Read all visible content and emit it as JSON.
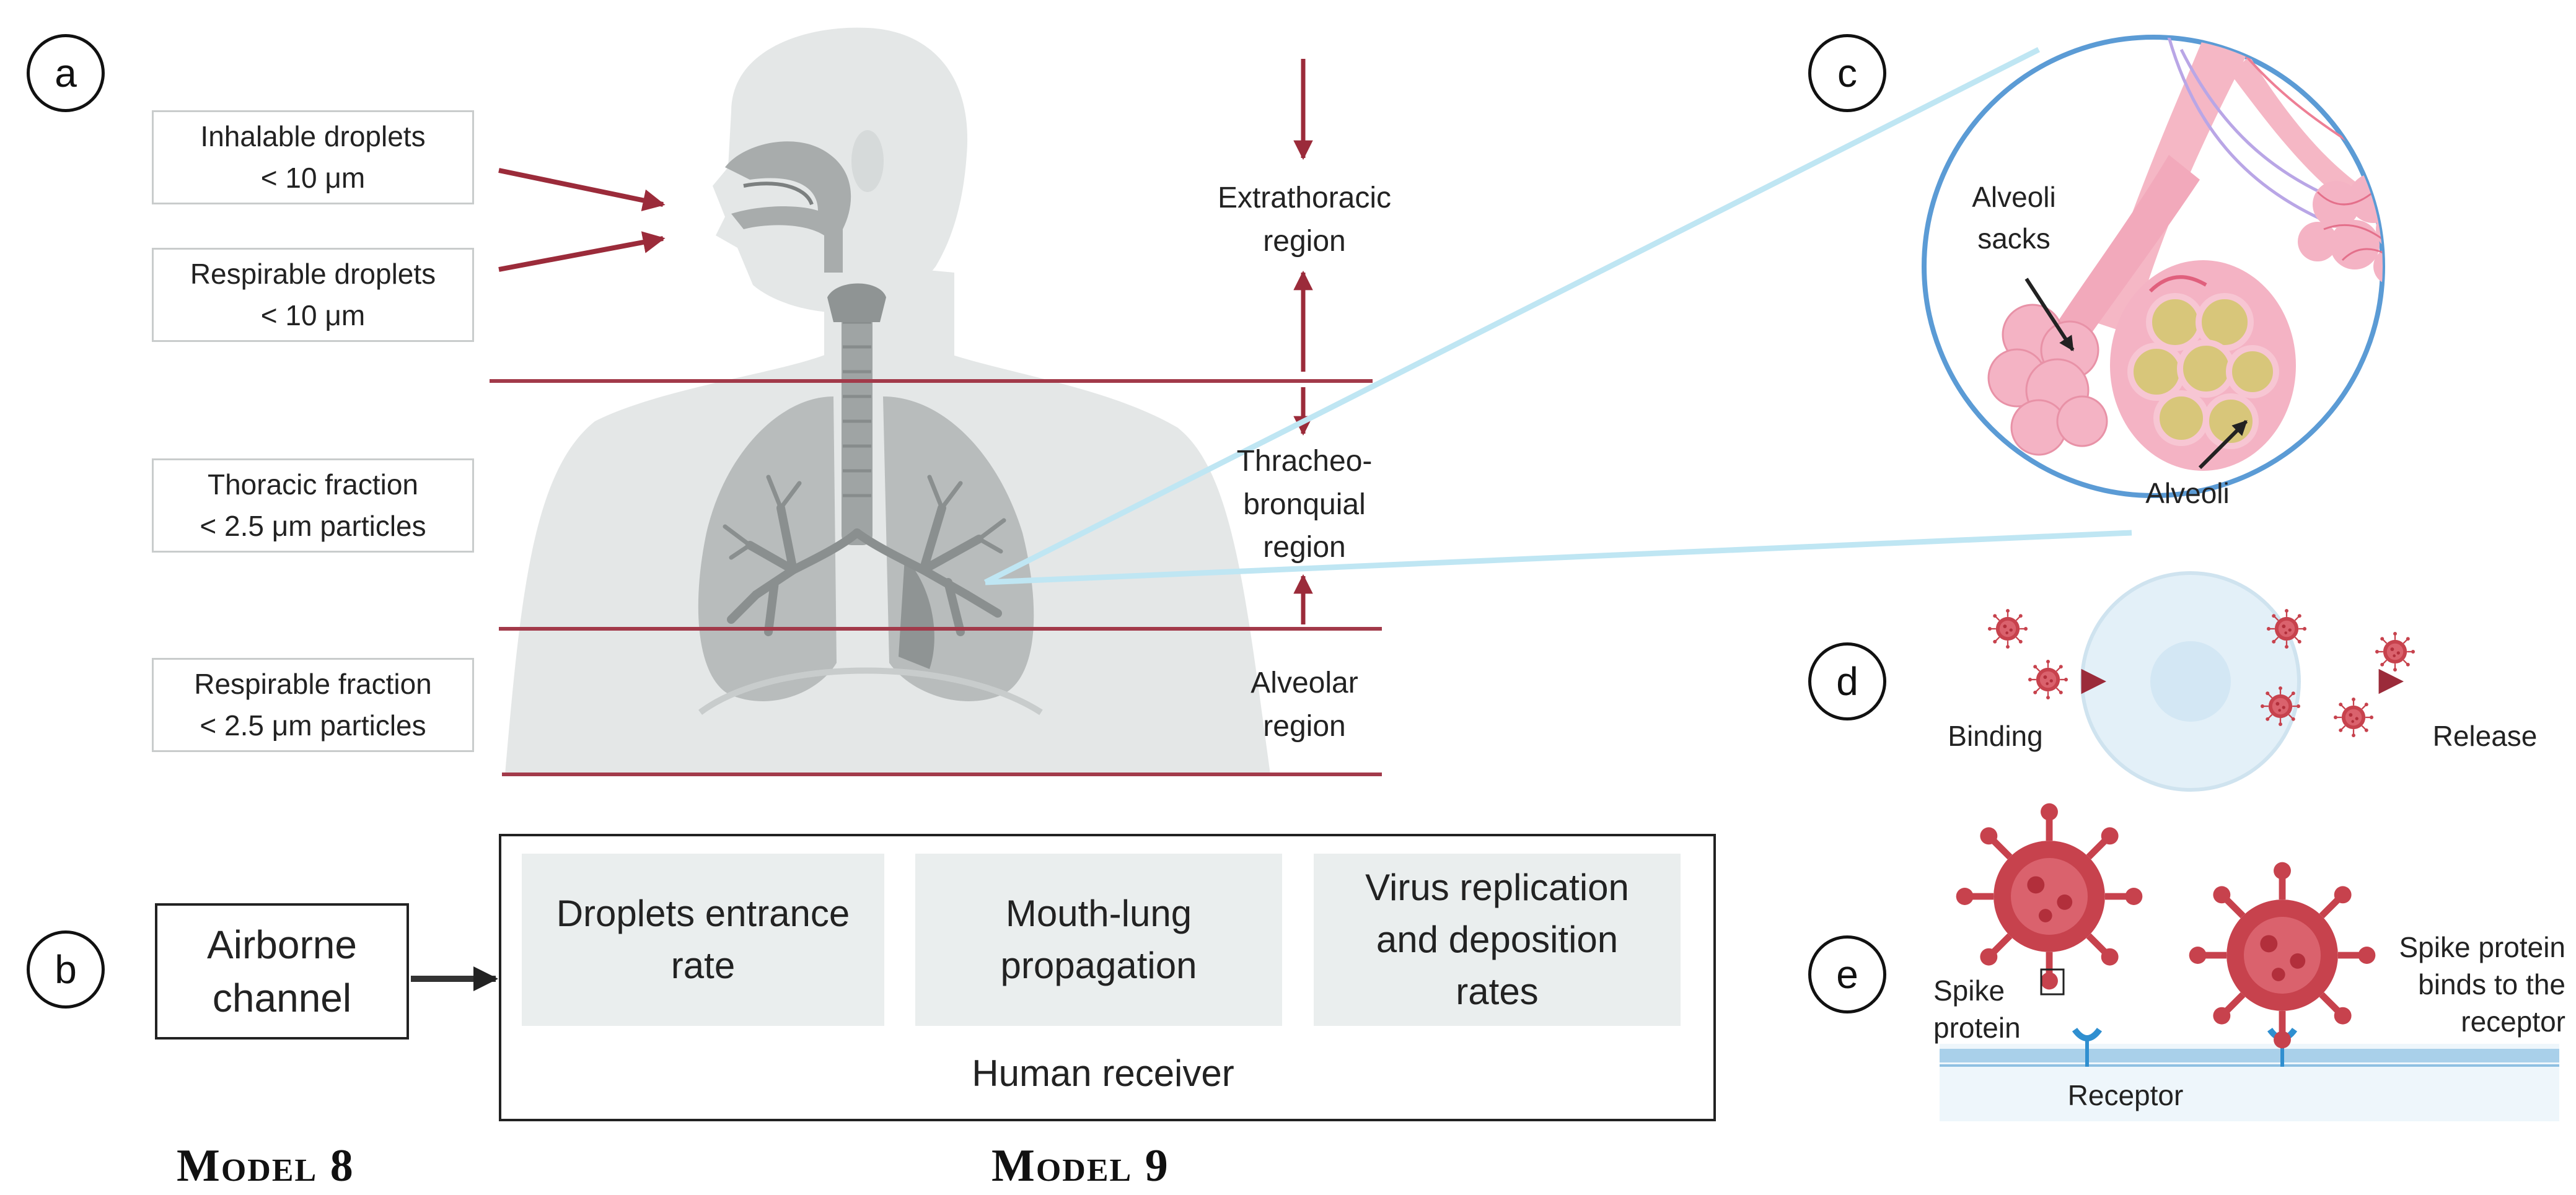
{
  "panels": {
    "a": "a",
    "b": "b",
    "c": "c",
    "d": "d",
    "e": "e"
  },
  "droplet_labels": [
    {
      "line1": "Inhalable droplets",
      "line2": "< 10 μm"
    },
    {
      "line1": "Respirable droplets",
      "line2": "< 10 μm"
    },
    {
      "line1": "Thoracic fraction",
      "line2": "< 2.5 μm particles"
    },
    {
      "line1": "Respirable fraction",
      "line2": "< 2.5 μm particles"
    }
  ],
  "regions": [
    {
      "line1": "Extrathoracic",
      "line2": "region",
      "line3": ""
    },
    {
      "line1": "Thracheo-",
      "line2": "bronquial",
      "line3": "region"
    },
    {
      "line1": "Alveolar",
      "line2": "region",
      "line3": ""
    }
  ],
  "alveoli": {
    "sacks_line1": "Alveoli",
    "sacks_line2": "sacks",
    "alveoli": "Alveoli"
  },
  "binding": {
    "binding": "Binding",
    "release": "Release"
  },
  "spike": {
    "spike_line1": "Spike",
    "spike_line2": "protein",
    "binds_line1": "Spike protein",
    "binds_line2": "binds to the",
    "binds_line3": "receptor",
    "receptor": "Receptor"
  },
  "model8": {
    "channel_line1": "Airborne",
    "channel_line2": "channel",
    "label": "Model 8"
  },
  "model9": {
    "blocks": [
      {
        "line1": "Droplets entrance",
        "line2": "rate",
        "line3": ""
      },
      {
        "line1": "Mouth-lung",
        "line2": "propagation",
        "line3": ""
      },
      {
        "line1": "Virus replication",
        "line2": "and deposition",
        "line3": "rates"
      }
    ],
    "receiver": "Human receiver",
    "label": "Model 9"
  },
  "colors": {
    "arrow": "#9b2b3a",
    "line": "#a23a4a",
    "connector": "#bfe6f3",
    "circle_border": "#5b9bd5",
    "virus": "#c7424d",
    "lung_pink": "#f5b7c5",
    "alveoli_yellow": "#d8c67a",
    "body_grey": "#e2e5e5"
  }
}
